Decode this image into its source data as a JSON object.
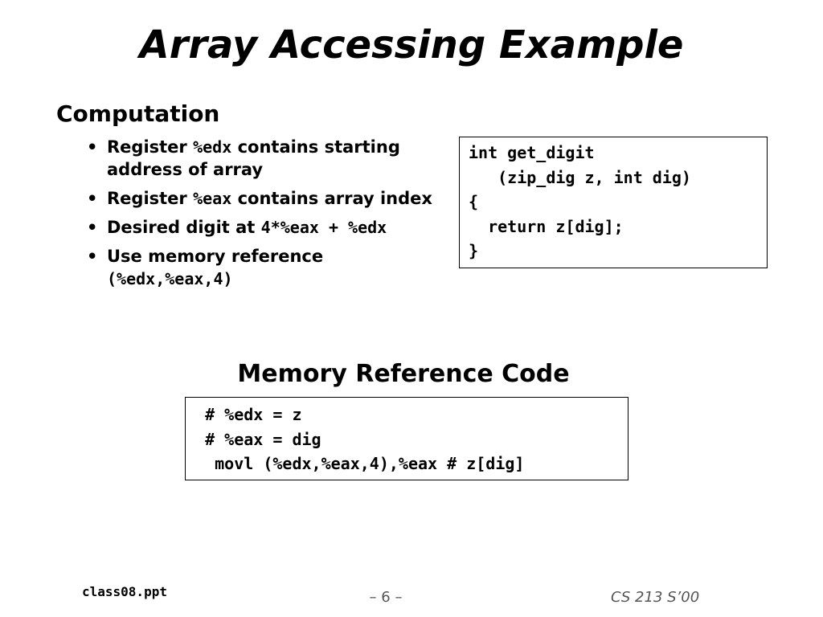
{
  "slide": {
    "title": "Array Accessing Example",
    "section_heading": "Computation",
    "bullets": [
      {
        "dot": "•",
        "parts": [
          {
            "text": "Register ",
            "mono": false
          },
          {
            "text": "%edx",
            "mono": true
          },
          {
            "text": " contains starting address of array",
            "mono": false
          }
        ]
      },
      {
        "dot": "•",
        "parts": [
          {
            "text": "Register ",
            "mono": false
          },
          {
            "text": "%eax",
            "mono": true
          },
          {
            "text": " contains array index",
            "mono": false
          }
        ]
      },
      {
        "dot": "•",
        "parts": [
          {
            "text": "Desired digit at ",
            "mono": false
          },
          {
            "text": "4*%eax + %edx",
            "mono": true
          }
        ]
      },
      {
        "dot": "•",
        "parts": [
          {
            "text": "Use memory reference ",
            "mono": false
          },
          {
            "text": "(%edx,%eax,4)",
            "mono": true
          }
        ]
      }
    ],
    "c_code_lines": [
      "int get_digit",
      "   (zip_dig z, int dig)",
      "{",
      "  return z[dig];",
      "}"
    ],
    "memory_heading": "Memory Reference Code",
    "asm_code_lines": [
      "  # %edx = z",
      "  # %eax = dig",
      "   movl (%edx,%eax,4),%eax # z[dig]"
    ]
  },
  "footer": {
    "filename": "class08.ppt",
    "page": "– 6 –",
    "course": "CS 213 S’00"
  }
}
